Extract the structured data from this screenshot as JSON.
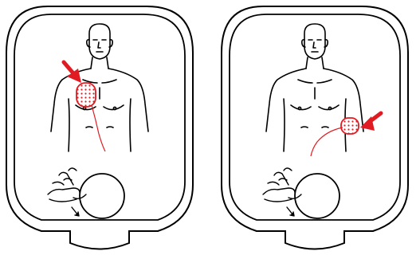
{
  "pads": [
    {
      "id": "left",
      "placement": "upper-right-chest",
      "arrow_direction": "down-right",
      "peel_arrow_direction": "down-right"
    },
    {
      "id": "right",
      "placement": "lower-left-side",
      "arrow_direction": "left",
      "peel_arrow_direction": "down-right"
    }
  ],
  "colors": {
    "outline": "#000000",
    "highlight": "#e11b22",
    "background": "#ffffff"
  },
  "icons": {
    "pad_shape": "aed-electrode-pad",
    "torso": "male-torso-outline",
    "hand": "hand-peeling-icon",
    "circle": "gel-circle",
    "arrow": "placement-arrow-icon"
  }
}
